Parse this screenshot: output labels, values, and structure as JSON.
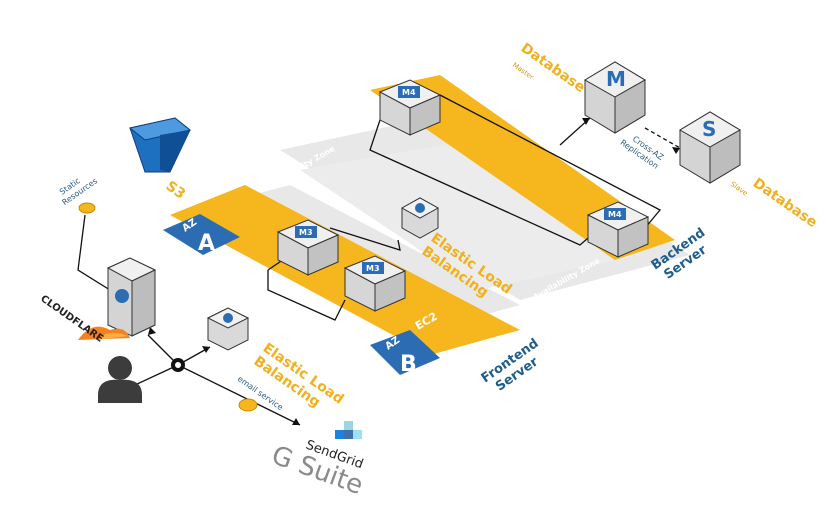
{
  "labels": {
    "az_a_prefix": "AZ",
    "az_a_letter": "A",
    "az_b_prefix": "AZ",
    "az_b_letter": "B",
    "availability_zone_top": "Availability Zone",
    "availability_zone_bottom": "Availability Zone",
    "ec2": "EC2",
    "backend_server_1": "Backend",
    "backend_server_2": "Server",
    "frontend_server_1": "Frontend",
    "frontend_server_2": "Server",
    "elb_upper_1": "Elastic Load",
    "elb_upper_2": "Balancing",
    "elb_lower_1": "Elastic Load",
    "elb_lower_2": "Balancing",
    "database_master": "Database",
    "master": "Master",
    "database_slave": "Database",
    "slave": "Slave",
    "cross_az_1": "Cross-AZ",
    "cross_az_2": "Replication",
    "s3": "S3",
    "static_1": "Static",
    "static_2": "Resources",
    "cloudflare": "CLOUDFLARE",
    "email_service": "email service",
    "sendgrid": "SendGrid",
    "gsuite": "G Suite",
    "m4_top": "M4",
    "m4_right": "M4",
    "m3_left": "M3",
    "m3_right": "M3",
    "db_m": "M",
    "db_s": "S"
  },
  "colors": {
    "orange": "#f2b01e",
    "blue": "#2b6cb3",
    "dark_blue": "#1f5e8c",
    "gray_zone": "#e6e6e6"
  }
}
